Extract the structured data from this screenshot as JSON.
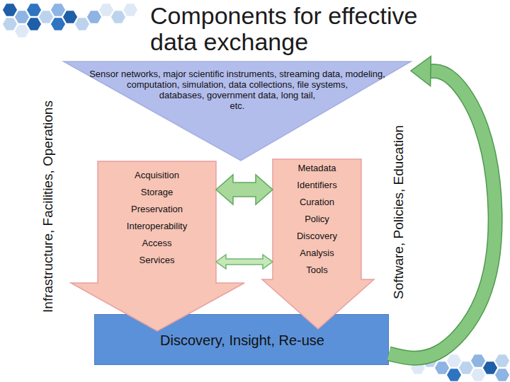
{
  "diagram": {
    "title": "Components for effective data exchange",
    "nodes": [
      {
        "text": [
          "Sensor networks, major scientific instruments, streaming data, modeling, computation, simulation, data collections, file systems, databases, government data, long tail, etc."
        ]
      },
      {
        "text": [
          "Acquisition",
          "Storage",
          "Preservation",
          "Interoperability",
          "Access",
          "Services"
        ]
      },
      {
        "text": [
          "Metadata",
          "Identifiers",
          "Curation",
          "Policy",
          "Discovery",
          "Analysis",
          "Tools"
        ]
      },
      {
        "text": [
          "Discovery, Insight, Re-use"
        ]
      }
    ],
    "edges": [
      {
        "from": 1,
        "to": 2,
        "arrow": "both"
      },
      {
        "from": 1,
        "to": 2,
        "arrow": "both"
      },
      {
        "from": 3,
        "to": 0,
        "arrow": "to"
      }
    ],
    "labels": [
      "Infrastructure, Facilities, Operations",
      "Software, Policies, Education"
    ]
  }
}
